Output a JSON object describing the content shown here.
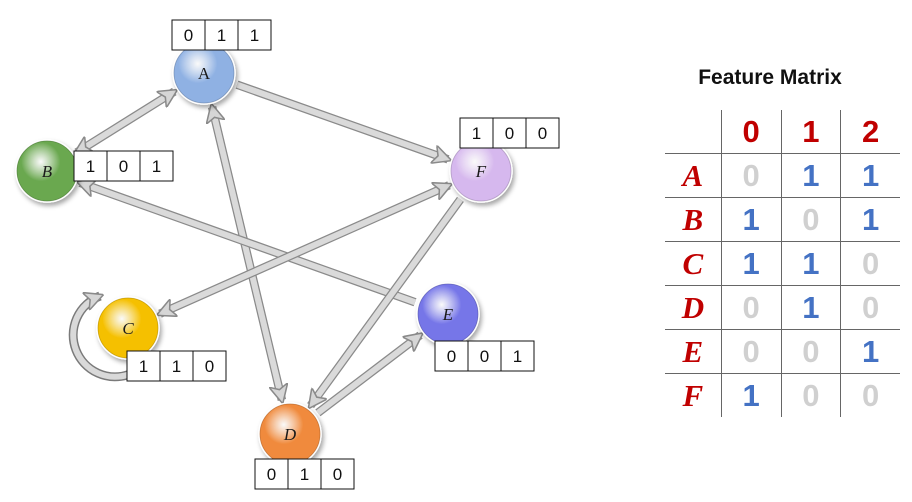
{
  "nodes": [
    {
      "id": "A",
      "label": "A",
      "features": [
        "0",
        "1",
        "1"
      ],
      "color": "#8fb1e3"
    },
    {
      "id": "B",
      "label": "B",
      "features": [
        "1",
        "0",
        "1"
      ],
      "color": "#6aa84f"
    },
    {
      "id": "C",
      "label": "C",
      "features": [
        "1",
        "1",
        "0"
      ],
      "color": "#f5c000"
    },
    {
      "id": "D",
      "label": "D",
      "features": [
        "0",
        "1",
        "0"
      ],
      "color": "#f08a3c"
    },
    {
      "id": "E",
      "label": "E",
      "features": [
        "0",
        "0",
        "1"
      ],
      "color": "#7676e8"
    },
    {
      "id": "F",
      "label": "F",
      "features": [
        "1",
        "0",
        "0"
      ],
      "color": "#d6b8ee"
    }
  ],
  "edges": [
    {
      "from": "A",
      "to": "B",
      "bidirectional": true
    },
    {
      "from": "A",
      "to": "F",
      "bidirectional": false
    },
    {
      "from": "A",
      "to": "D",
      "bidirectional": true
    },
    {
      "from": "E",
      "to": "B",
      "bidirectional": false
    },
    {
      "from": "F",
      "to": "C",
      "bidirectional": true
    },
    {
      "from": "F",
      "to": "D",
      "bidirectional": false
    },
    {
      "from": "D",
      "to": "E",
      "bidirectional": false
    },
    {
      "from": "C",
      "to": "C",
      "bidirectional": false
    }
  ],
  "matrix": {
    "title": "Feature Matrix",
    "columns": [
      "0",
      "1",
      "2"
    ],
    "rows": [
      {
        "label": "A",
        "values": [
          "0",
          "1",
          "1"
        ]
      },
      {
        "label": "B",
        "values": [
          "1",
          "0",
          "1"
        ]
      },
      {
        "label": "C",
        "values": [
          "1",
          "1",
          "0"
        ]
      },
      {
        "label": "D",
        "values": [
          "0",
          "1",
          "0"
        ]
      },
      {
        "label": "E",
        "values": [
          "0",
          "0",
          "1"
        ]
      },
      {
        "label": "F",
        "values": [
          "1",
          "0",
          "0"
        ]
      }
    ],
    "colors": {
      "header": "#c00000",
      "one": "#4472c4",
      "zero": "#d0d0d0"
    }
  }
}
